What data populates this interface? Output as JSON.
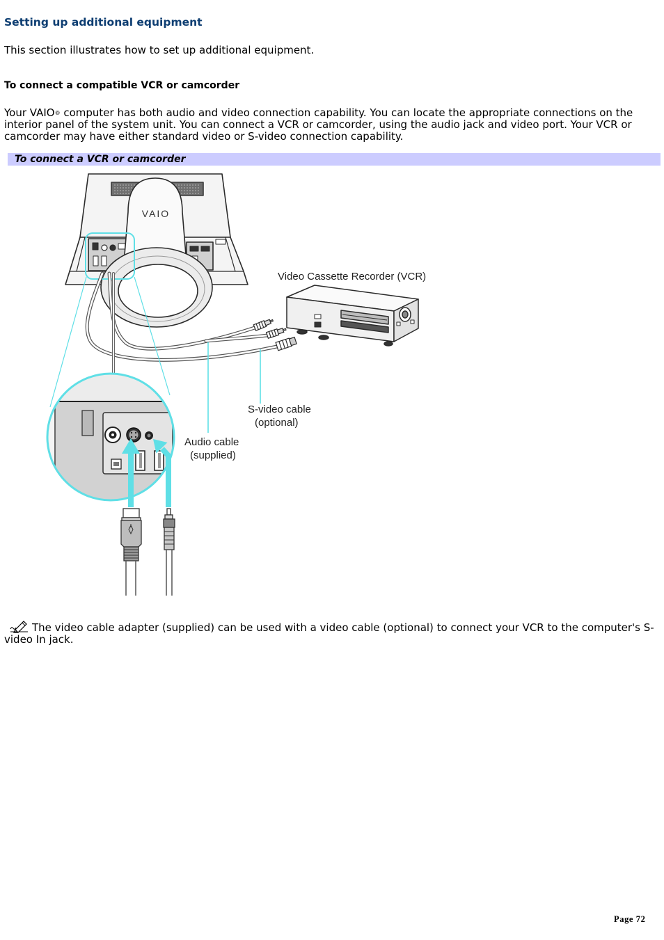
{
  "section_title": "Setting up additional equipment",
  "intro": "This section illustrates how to set up additional equipment.",
  "procedure": {
    "heading": "To connect a compatible VCR or camcorder",
    "body_start": "Your VAIO",
    "registered_mark": "®",
    "body_rest": " computer has both audio and video connection capability. You can locate the appropriate connections on the interior panel of the system unit. You can connect a VCR or camcorder, using the audio jack and video port. Your VCR or camcorder may have either standard video or S-video connection capability."
  },
  "figure": {
    "caption": "To connect a VCR or camcorder",
    "logo_text": "VAIO",
    "labels": {
      "vcr": "Video Cassette Recorder (VCR)",
      "svideo_line1": "S-video cable",
      "svideo_line2": "(optional)",
      "audio_line1": "Audio cable",
      "audio_line2": "(supplied)"
    }
  },
  "note": {
    "icon": "note-pencil-icon",
    "text": "The video cable adapter (supplied) can be used with a video cable (optional) to connect your VCR to the computer's S-video In jack."
  },
  "footer": {
    "page_label": "Page 72"
  },
  "colors": {
    "title": "#0e3e72",
    "caption_bar": "#ccccff",
    "highlight": "#5fdfe6"
  }
}
